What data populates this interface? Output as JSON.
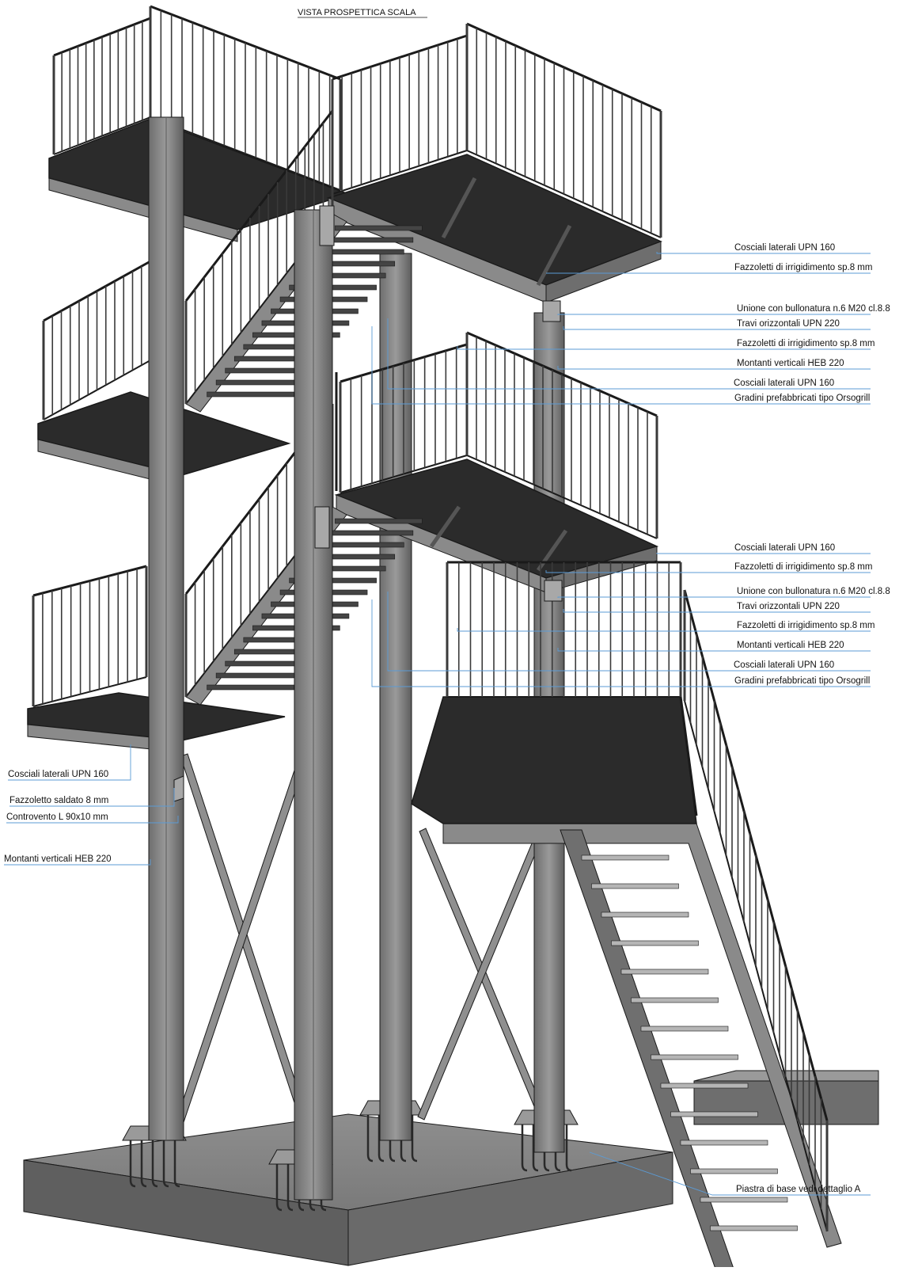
{
  "title": "VISTA PROSPETTICA SCALA",
  "colors": {
    "leader": "#5b9bd5",
    "steel": "#8a8a8a",
    "steel_dark": "#4a4a4a",
    "outline": "#1a1a1a",
    "deck": "#2b2b2b",
    "concrete": "#7d7d7d"
  },
  "callouts": {
    "upper": [
      "Cosciali laterali UPN 160",
      "Fazzoletti di irrigidimento sp.8 mm",
      "Unione con bullonatura n.6 M20 cl.8.8",
      "Travi orizzontali UPN 220",
      "Fazzoletti di irrigidimento sp.8 mm",
      "Montanti verticali HEB 220",
      "Cosciali laterali UPN 160",
      "Gradini prefabbricati tipo Orsogrill"
    ],
    "middle": [
      "Cosciali laterali UPN 160",
      "Fazzoletti di irrigidimento sp.8 mm",
      "Unione con bullonatura n.6 M20 cl.8.8",
      "Travi orizzontali UPN 220",
      "Fazzoletti di irrigidimento sp.8 mm",
      "Montanti verticali HEB 220",
      "Cosciali laterali UPN 160",
      "Gradini prefabbricati tipo Orsogrill"
    ],
    "left": [
      "Cosciali laterali UPN 160",
      "Fazzoletto saldato 8 mm",
      "Controvento L 90x10 mm",
      "Montanti verticali HEB 220"
    ],
    "base": "Piastra di base vedi dettaglio A"
  }
}
